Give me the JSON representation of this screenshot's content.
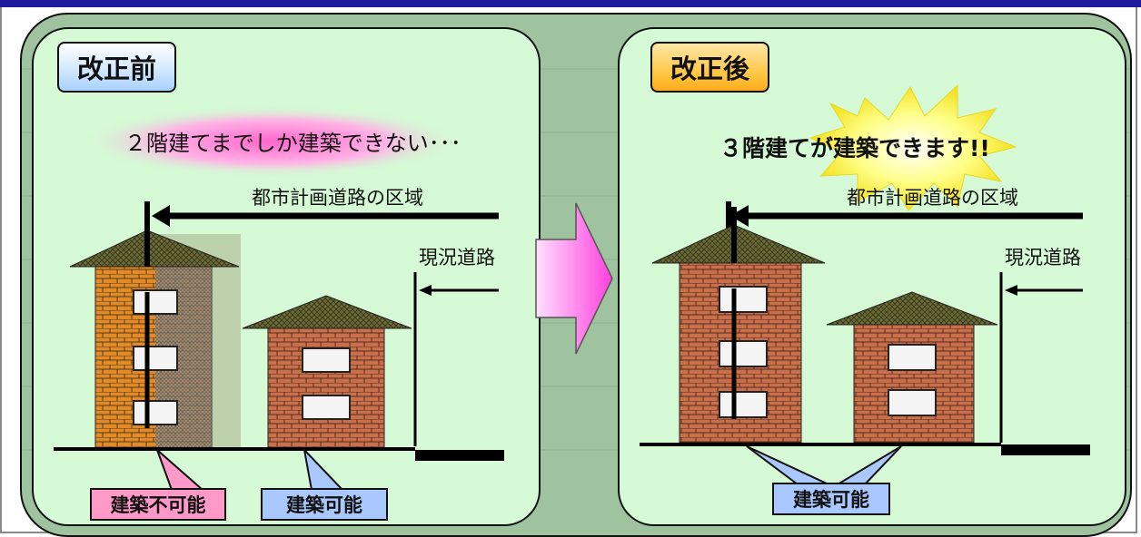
{
  "before": {
    "tag": "改正前",
    "headline": "２階建てまでしか建築できない･･･",
    "planned_road_label": "都市計画道路の区域",
    "existing_road_label": "現況道路",
    "callout_unbuildable": "建築不可能",
    "callout_buildable": "建築可能"
  },
  "after": {
    "tag": "改正後",
    "headline": "３階建てが建築できます!!",
    "planned_road_label": "都市計画道路の区域",
    "existing_road_label": "現況道路",
    "callout_buildable": "建築可能"
  },
  "colors": {
    "outer_bg": "#9ec39e",
    "panel_bg": "#d5fad5",
    "brick_orange": "#e08a2a",
    "brick_red": "#c8704c",
    "roof": "#6b6b3a",
    "callout_pink": "#ff99c8",
    "callout_blue": "#a9c8ff",
    "arrow_magenta": "#ff55e0"
  }
}
